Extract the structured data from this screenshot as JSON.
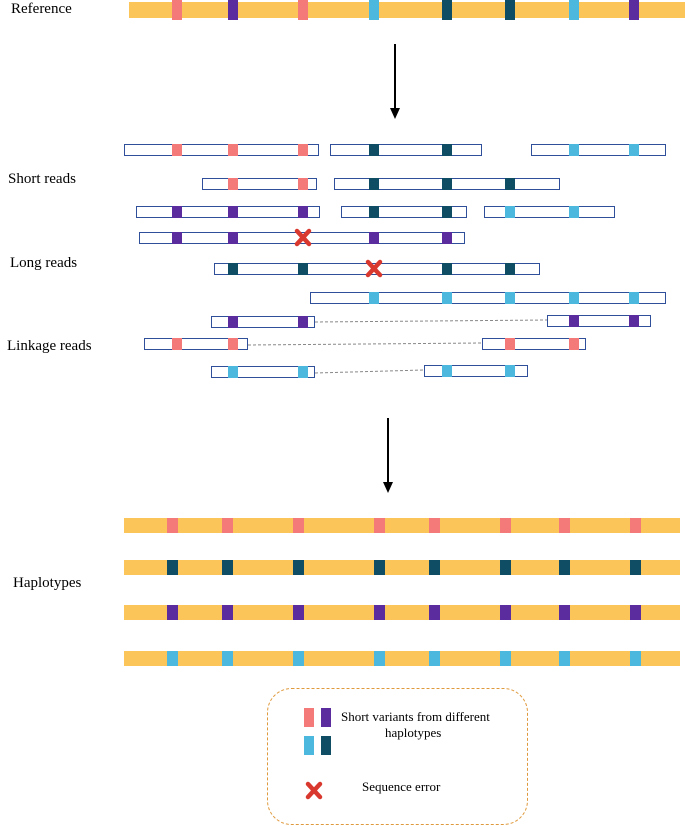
{
  "labels": {
    "reference": "Reference",
    "short_reads": "Short reads",
    "long_reads": "Long reads",
    "linkage_reads": "Linkage reads",
    "haplotypes": "Haplotypes"
  },
  "legend": {
    "variants_line1": "Short variants from different",
    "variants_line2": "haplotypes",
    "error": "Sequence error"
  },
  "colors": {
    "reference_bar": "#FCC55A",
    "read_border": "#2F4F9A",
    "link_line": "#888888",
    "arrow": "#000000",
    "error": "#D9382E",
    "legend_border": "#E09A3E",
    "variants": {
      "salmon": "#F47A7A",
      "purple": "#5B2C9E",
      "cyan": "#4DB8DE",
      "teal": "#0E4D64"
    }
  },
  "icons": {
    "error": "x-mark-icon"
  }
}
